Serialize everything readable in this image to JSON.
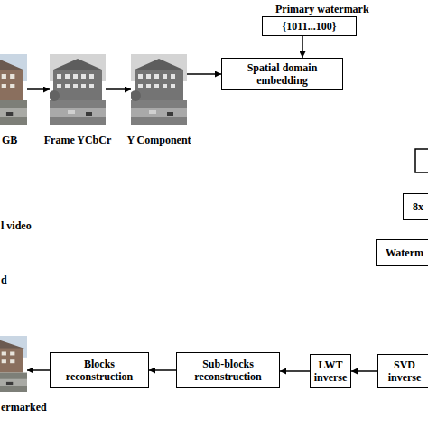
{
  "diagram": {
    "nodes": [
      {
        "text": [
          "GB"
        ]
      },
      {
        "text": [
          "Frame YCbCr"
        ]
      },
      {
        "text": [
          "Y Component"
        ]
      },
      {
        "text": [
          "Primary watermark",
          "{1011...100}"
        ]
      },
      {
        "text": [
          "Spatial domain embedding"
        ]
      },
      {
        "text": [
          "8x"
        ]
      },
      {
        "text": [
          "Waterm"
        ]
      },
      {
        "text": [
          "ermarked"
        ]
      },
      {
        "text": [
          "Blocks reconstruction"
        ]
      },
      {
        "text": [
          "Sub-blocks reconstruction"
        ]
      },
      {
        "text": [
          "LWT inverse"
        ]
      },
      {
        "text": [
          "SVD inverse"
        ]
      }
    ],
    "edges": [
      {
        "from": 0,
        "to": 1,
        "arrow": "to"
      },
      {
        "from": 1,
        "to": 2,
        "arrow": "to"
      },
      {
        "from": 2,
        "to": 4,
        "arrow": "to"
      },
      {
        "from": 3,
        "to": 4,
        "arrow": "to"
      },
      {
        "from": 11,
        "to": 10,
        "arrow": "to"
      },
      {
        "from": 10,
        "to": 9,
        "arrow": "to"
      },
      {
        "from": 9,
        "to": 8,
        "arrow": "to"
      },
      {
        "from": 8,
        "to": 7,
        "arrow": "to"
      }
    ],
    "labels": [
      "l video",
      "d"
    ]
  }
}
